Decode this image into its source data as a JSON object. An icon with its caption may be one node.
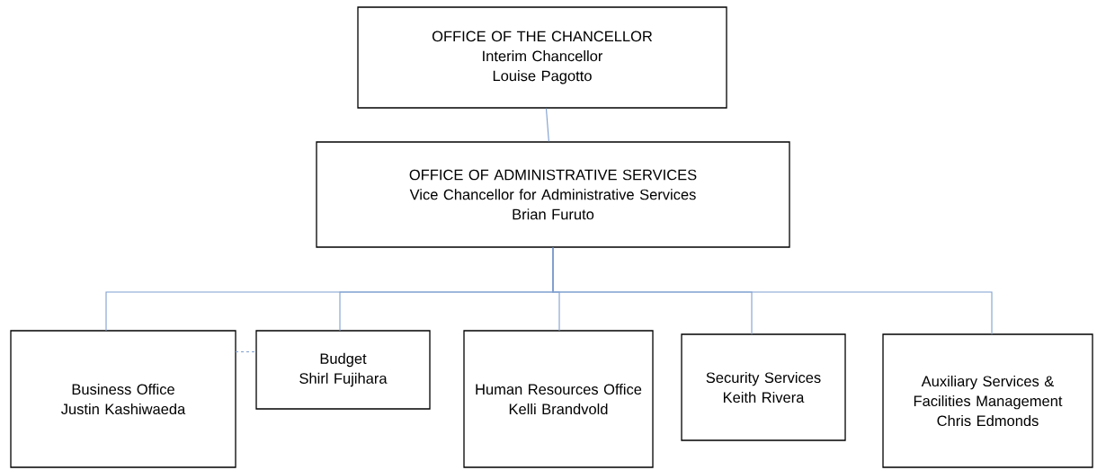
{
  "diagram": {
    "nodes": [
      {
        "text": [
          "OFFICE OF THE CHANCELLOR",
          "Interim Chancellor",
          "Louise Pagotto"
        ]
      },
      {
        "text": [
          "OFFICE OF ADMINISTRATIVE SERVICES",
          "Vice Chancellor for Administrative Services",
          "Brian Furuto"
        ]
      },
      {
        "text": [
          "Business Office",
          "Justin Kashiwaeda"
        ]
      },
      {
        "text": [
          "Budget",
          "Shirl Fujihara"
        ]
      },
      {
        "text": [
          "Human Resources Office",
          "Kelli Brandvold"
        ]
      },
      {
        "text": [
          "Security Services",
          "Keith Rivera"
        ]
      },
      {
        "text": [
          "Auxiliary Services & Facilities Management",
          "Chris Edmonds"
        ]
      }
    ],
    "edges": [
      {
        "from": 0,
        "to": 1,
        "arrow": "none"
      },
      {
        "from": 1,
        "to": 2,
        "arrow": "none"
      },
      {
        "from": 1,
        "to": 3,
        "arrow": "none"
      },
      {
        "from": 1,
        "to": 4,
        "arrow": "none"
      },
      {
        "from": 1,
        "to": 5,
        "arrow": "none"
      },
      {
        "from": 1,
        "to": 6,
        "arrow": "none"
      },
      {
        "from": 2,
        "to": 3,
        "arrow": "none",
        "style": "dashed"
      }
    ]
  }
}
